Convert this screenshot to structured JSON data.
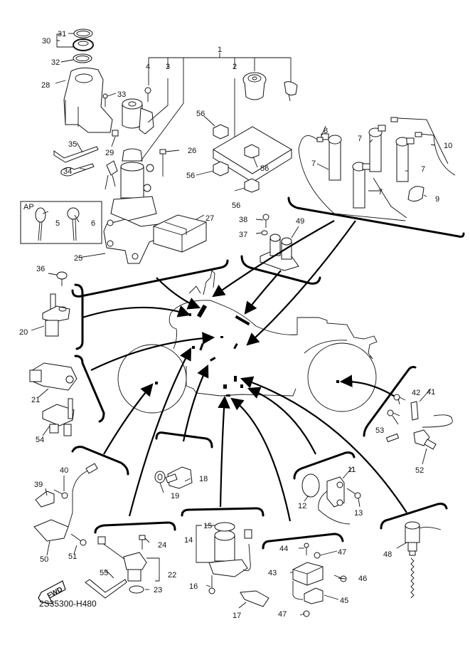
{
  "diagram": {
    "title_code": "2S35300-H480",
    "fwd_label": "FWD",
    "ap_box_label": "AP",
    "callouts": {
      "c1": "1",
      "c2": "2",
      "c3": "3",
      "c4": "4",
      "c5": "5",
      "c6": "6",
      "c7a": "7",
      "c7b": "7",
      "c7c": "7",
      "c7d": "7",
      "c8": "8",
      "c9": "9",
      "c10": "10",
      "c11": "11",
      "c12": "12",
      "c13": "13",
      "c14": "14",
      "c15": "15",
      "c16": "16",
      "c17": "17",
      "c18": "18",
      "c19": "19",
      "c20": "20",
      "c21": "21",
      "c22": "22",
      "c23": "23",
      "c24": "24",
      "c25": "25",
      "c26": "26",
      "c27": "27",
      "c28": "28",
      "c29": "29",
      "c30": "30",
      "c31": "31",
      "c32": "32",
      "c33": "33",
      "c34": "34",
      "c35": "35",
      "c36": "36",
      "c37": "37",
      "c38": "38",
      "c39": "39",
      "c40": "40",
      "c41": "41",
      "c42": "42",
      "c43": "43",
      "c44": "44",
      "c45": "45",
      "c46": "46",
      "c47a": "47",
      "c47b": "47",
      "c48": "48",
      "c49": "49",
      "c50": "50",
      "c51": "51",
      "c52": "52",
      "c53": "53",
      "c54": "54",
      "c55": "55",
      "c56a": "56",
      "c56b": "56",
      "c56c": "56",
      "c56d": "56"
    }
  }
}
